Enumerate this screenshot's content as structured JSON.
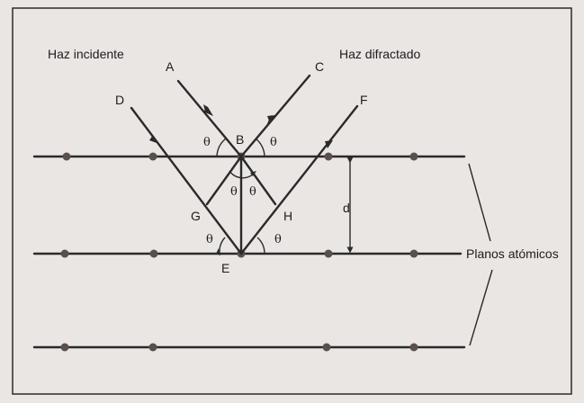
{
  "labels": {
    "incident": "Haz incidente",
    "diffracted": "Haz difractado",
    "planes": "Planos atómicos",
    "spacing": "d"
  },
  "points": {
    "A": "A",
    "B": "B",
    "C": "C",
    "D": "D",
    "E": "E",
    "F": "F",
    "G": "G",
    "H": "H"
  },
  "angle_symbol": "θ",
  "colors": {
    "background": "#e9e6e4",
    "line": "#2b2929",
    "atom": "#5a4f4f"
  }
}
